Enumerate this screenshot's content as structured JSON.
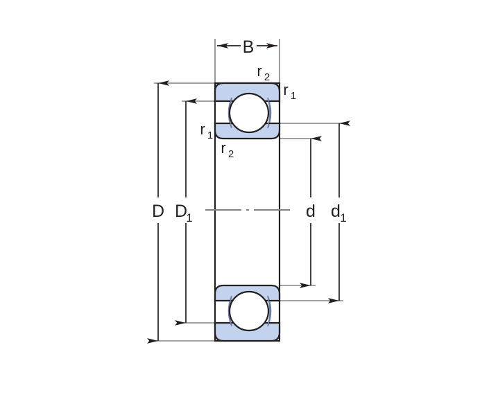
{
  "drawing": {
    "title": "Deep groove ball bearing cross-section",
    "background_color": "#ffffff",
    "ring_fill_color": "#c3d3ee",
    "outline_color": "#231f20",
    "dimension_line_color": "#808285",
    "arrow_color": "#231f20",
    "centerline_color": "#808285"
  },
  "dimensions": {
    "width_label": "B",
    "outer_diameter_label": "D",
    "outer_raceway_label_base": "D",
    "outer_raceway_label_sub": "1",
    "bore_label": "d",
    "inner_raceway_label_base": "d",
    "inner_raceway_label_sub": "1"
  },
  "chamfers": {
    "outer_top_base": "r",
    "outer_top_sub": "2",
    "outer_side_base": "r",
    "outer_side_sub": "1",
    "inner_side_base": "r",
    "inner_side_sub": "1",
    "inner_bottom_base": "r",
    "inner_bottom_sub": "2"
  },
  "labels": {
    "B": "B",
    "D": "D",
    "D1_base": "D",
    "D1_sub": "1",
    "d": "d",
    "d1_base": "d",
    "d1_sub": "1",
    "r2_top": "r",
    "r2_top_sub": "2",
    "r1_top": "r",
    "r1_top_sub": "1",
    "r1_mid": "r",
    "r1_mid_sub": "1",
    "r2_mid": "r",
    "r2_mid_sub": "2"
  }
}
